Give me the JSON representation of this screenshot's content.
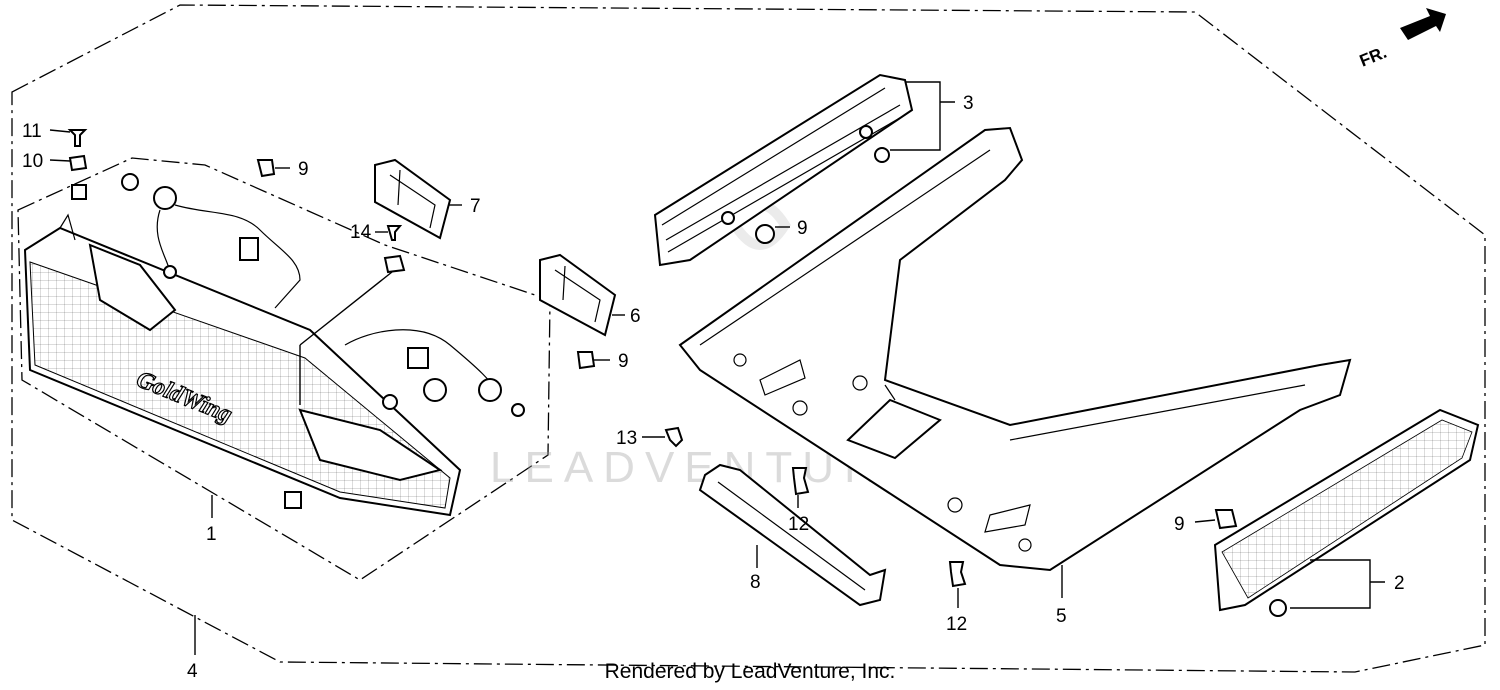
{
  "diagram": {
    "direction_label": "FR.",
    "watermark": "LEADVENTURE",
    "footer": "Rendered by LeadVenture, Inc.",
    "callouts": {
      "c1": "1",
      "c2": "2",
      "c3": "3",
      "c4": "4",
      "c5": "5",
      "c6": "6",
      "c7": "7",
      "c8": "8",
      "c9a": "9",
      "c9b": "9",
      "c9c": "9",
      "c9d": "9",
      "c10": "10",
      "c11": "11",
      "c12a": "12",
      "c12b": "12",
      "c13": "13",
      "c14": "14"
    }
  }
}
